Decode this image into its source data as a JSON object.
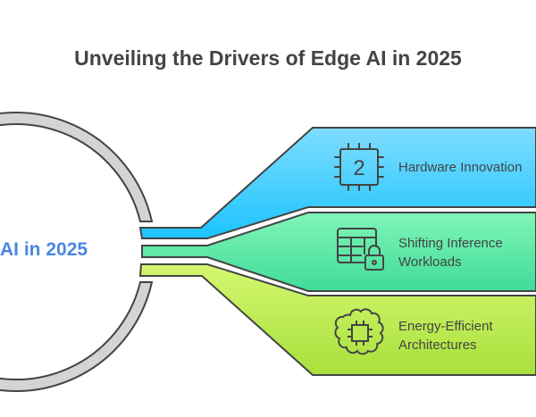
{
  "title": "Unveiling the Drivers of Edge AI in 2025",
  "center_label": "AI in 2025",
  "chip_number": "2",
  "drivers": [
    {
      "label_lines": [
        "Hardware Innovation"
      ],
      "icon": "chip-icon",
      "color": "#2ec6ff"
    },
    {
      "label_lines": [
        "Shifting Inference",
        "Workloads"
      ],
      "icon": "table-lock-icon",
      "color": "#5ee8a8"
    },
    {
      "label_lines": [
        "Energy-Efficient",
        "Architectures"
      ],
      "icon": "brain-chip-icon",
      "color": "#bde85a"
    }
  ]
}
